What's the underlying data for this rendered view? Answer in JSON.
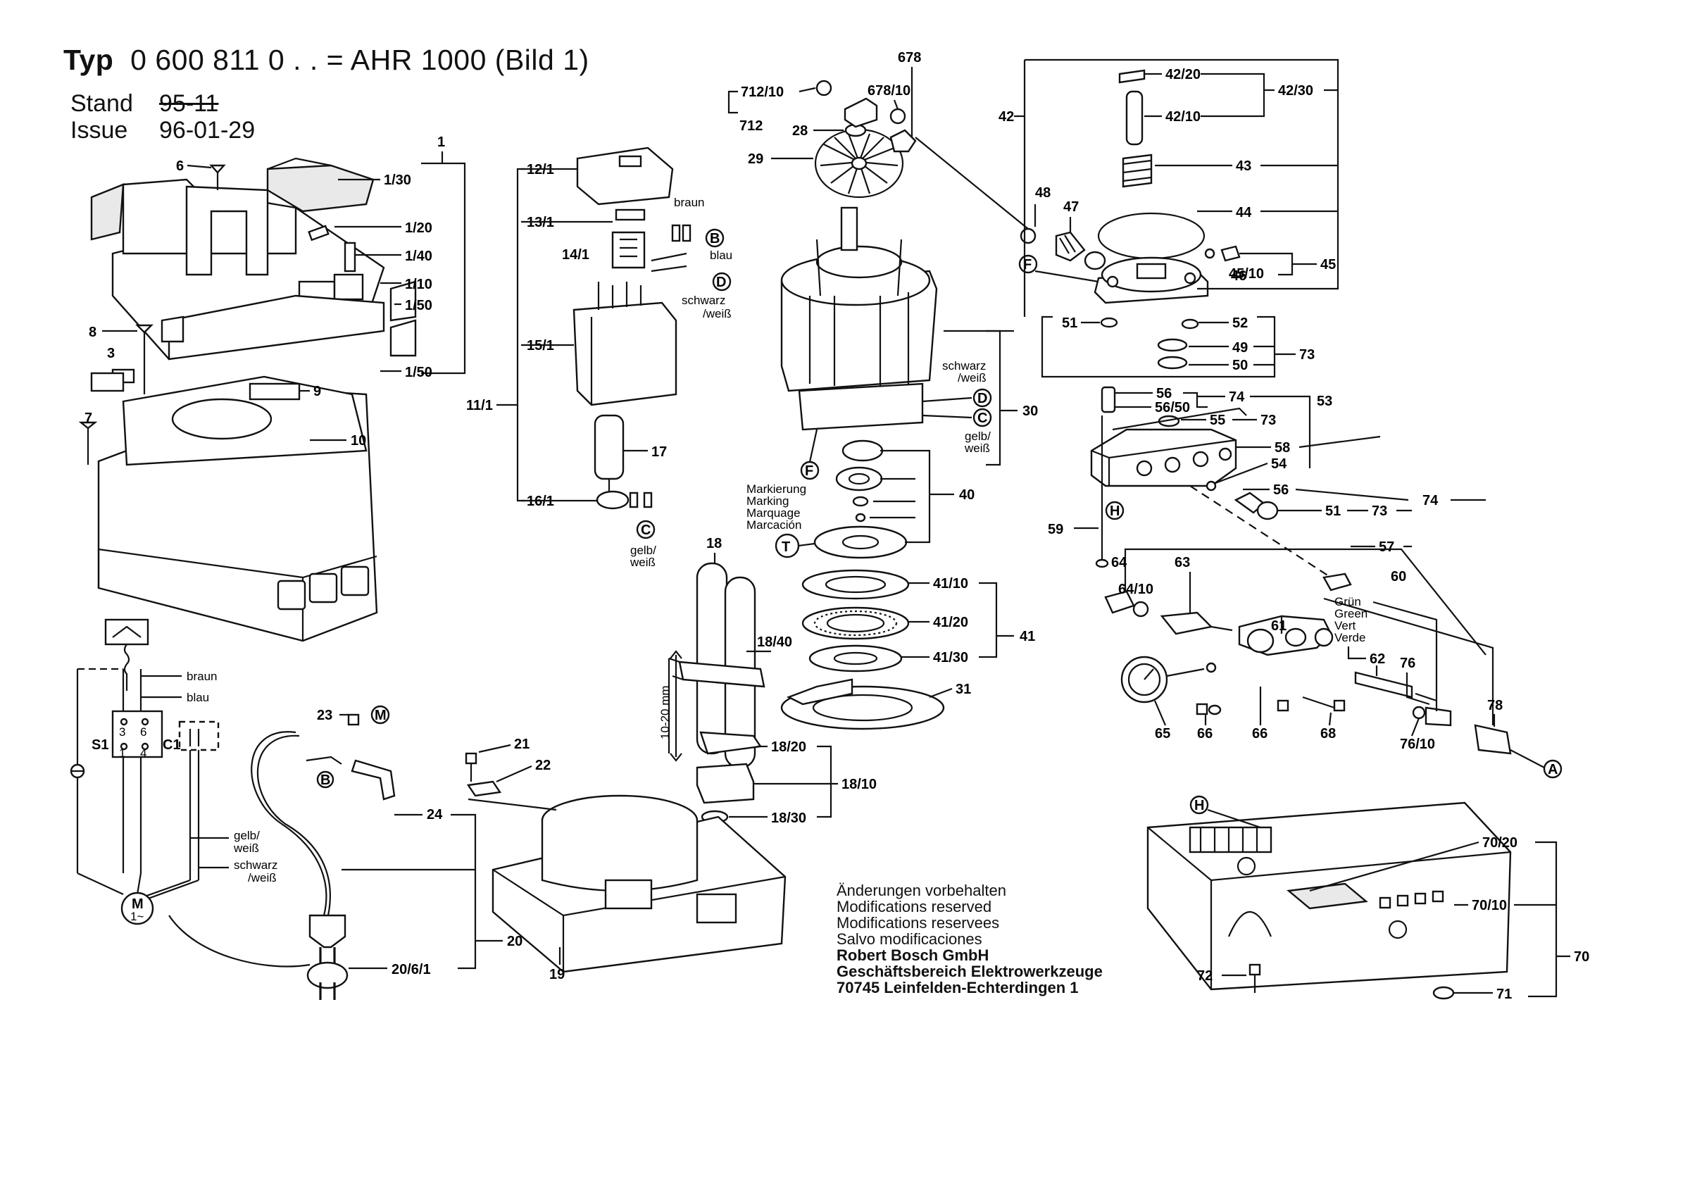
{
  "header": {
    "title_prefix": "Typ",
    "title_number": "0 600 811",
    "title_suffix": "0 . . = AHR 1000 (Bild 1)",
    "stand_label": "Stand",
    "stand_value": "95-11",
    "issue_label": "Issue",
    "issue_value": "96-01-29"
  },
  "notes": [
    "Änderungen vorbehalten",
    "Modifications reserved",
    "Modifications reservees",
    "Salvo modificaciones"
  ],
  "company": [
    "Robert Bosch GmbH",
    "Geschäftsbereich Elektrowerkzeuge",
    "70745 Leinfelden-Echterdingen 1"
  ],
  "parts": {
    "p1": "1",
    "p1_30": "1/30",
    "p1_20": "1/20",
    "p1_40": "1/40",
    "p1_10": "1/10",
    "p1_50a": "1/50",
    "p1_50b": "1/50",
    "p3": "3",
    "p6": "6",
    "p7": "7",
    "p8": "8",
    "p9": "9",
    "p10": "10",
    "p11_1": "11/1",
    "p12_1": "12/1",
    "p13_1": "13/1",
    "p14_1": "14/1",
    "p15_1": "15/1",
    "p16_1": "16/1",
    "p17": "17",
    "p18": "18",
    "p18_40": "18/40",
    "p18_20": "18/20",
    "p18_10": "18/10",
    "p18_30": "18/30",
    "p19": "19",
    "p20": "20",
    "p20_6_1": "20/6/1",
    "p21": "21",
    "p22": "22",
    "p23": "23",
    "p24": "24",
    "p28": "28",
    "p29": "29",
    "p30": "30",
    "p31": "31",
    "p40": "40",
    "p41": "41",
    "p41_10": "41/10",
    "p41_20": "41/20",
    "p41_30": "41/30",
    "p42": "42",
    "p42_10": "42/10",
    "p42_20": "42/20",
    "p42_30": "42/30",
    "p43": "43",
    "p44": "44",
    "p45": "45",
    "p45_10": "45/10",
    "p46": "46",
    "p47": "47",
    "p48": "48",
    "p49": "49",
    "p50": "50",
    "p51a": "51",
    "p51b": "51",
    "p52": "52",
    "p53": "53",
    "p54": "54",
    "p55": "55",
    "p56": "56",
    "p56b": "56",
    "p56_50": "56/50",
    "p57": "57",
    "p58": "58",
    "p59": "59",
    "p60": "60",
    "p61": "61",
    "p62": "62",
    "p63": "63",
    "p64": "64",
    "p64_10": "64/10",
    "p65": "65",
    "p66a": "66",
    "p66b": "66",
    "p68": "68",
    "p70": "70",
    "p70_10": "70/10",
    "p70_20": "70/20",
    "p71": "71",
    "p72": "72",
    "p73a": "73",
    "p73b": "73",
    "p73c": "73",
    "p74a": "74",
    "p74b": "74",
    "p76": "76",
    "p76_10": "76/10",
    "p78": "78",
    "p678": "678",
    "p678_10": "678/10",
    "p712": "712",
    "p712_10": "712/10"
  },
  "wire_labels": {
    "braun": "braun",
    "blau": "blau",
    "schwarz": "schwarz",
    "weiss": "/weiß",
    "gelb": "gelb/",
    "weiss2": "weiß",
    "grun": "Grün",
    "green": "Green",
    "vert": "Vert",
    "verde": "Verde"
  },
  "marking": [
    "Markierung",
    "Marking",
    "Marquage",
    "Marcación"
  ],
  "circles": {
    "A": "A",
    "B": "B",
    "C": "C",
    "D": "D",
    "F": "F",
    "H": "H",
    "M": "M",
    "T": "T"
  },
  "schematic": {
    "s1": "S1",
    "c1": "C1",
    "t3": "3",
    "t6": "6",
    "t1": "1",
    "t4": "4",
    "motor": "M",
    "motor_phase": "1~"
  },
  "dimension": "10-20 mm"
}
